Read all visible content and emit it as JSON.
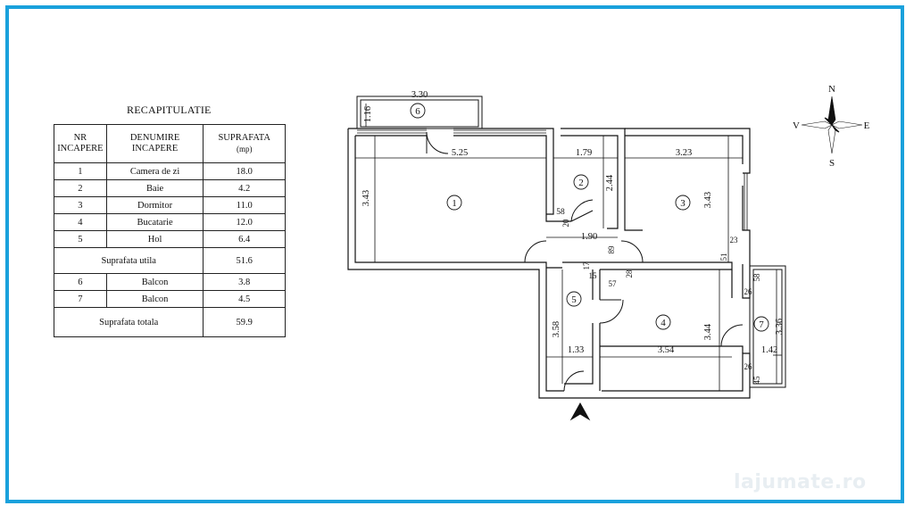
{
  "recap": {
    "title": "RECAPITULATIE",
    "headers": {
      "nr": [
        "NR",
        "INCAPERE"
      ],
      "name": [
        "DENUMIRE",
        "INCAPERE"
      ],
      "area": [
        "SUPRAFATA"
      ],
      "unit": "(mp)"
    },
    "rooms": [
      {
        "nr": "1",
        "name": "Camera de zi",
        "area": "18.0"
      },
      {
        "nr": "2",
        "name": "Baie",
        "area": "4.2"
      },
      {
        "nr": "3",
        "name": "Dormitor",
        "area": "11.0"
      },
      {
        "nr": "4",
        "name": "Bucatarie",
        "area": "12.0"
      },
      {
        "nr": "5",
        "name": "Hol",
        "area": "6.4"
      }
    ],
    "useful": {
      "label": "Suprafata utila",
      "value": "51.6"
    },
    "balconies": [
      {
        "nr": "6",
        "name": "Balcon",
        "area": "3.8"
      },
      {
        "nr": "7",
        "name": "Balcon",
        "area": "4.5"
      }
    ],
    "total": {
      "label": "Suprafata totala",
      "value": "59.9"
    }
  },
  "plan": {
    "room_numbers": [
      "1",
      "2",
      "3",
      "4",
      "5",
      "6",
      "7"
    ],
    "dimensions": [
      "3.30",
      "1.16",
      "5.25",
      "1.79",
      "3.23",
      "3.43",
      "2.44",
      "3.43",
      "58",
      "20",
      "1.90",
      "89",
      "23",
      "51",
      "17",
      "15",
      "57",
      "28",
      "58",
      "26",
      "3.58",
      "3.44",
      "3.36",
      "1.33",
      "3.54",
      "1.42",
      "26",
      "45"
    ]
  },
  "compass": {
    "n": "N",
    "s": "S",
    "e": "E",
    "v": "V"
  },
  "watermark": "lajumate.ro",
  "colors": {
    "frame": "#1aa1dc",
    "lines": "#111111"
  }
}
